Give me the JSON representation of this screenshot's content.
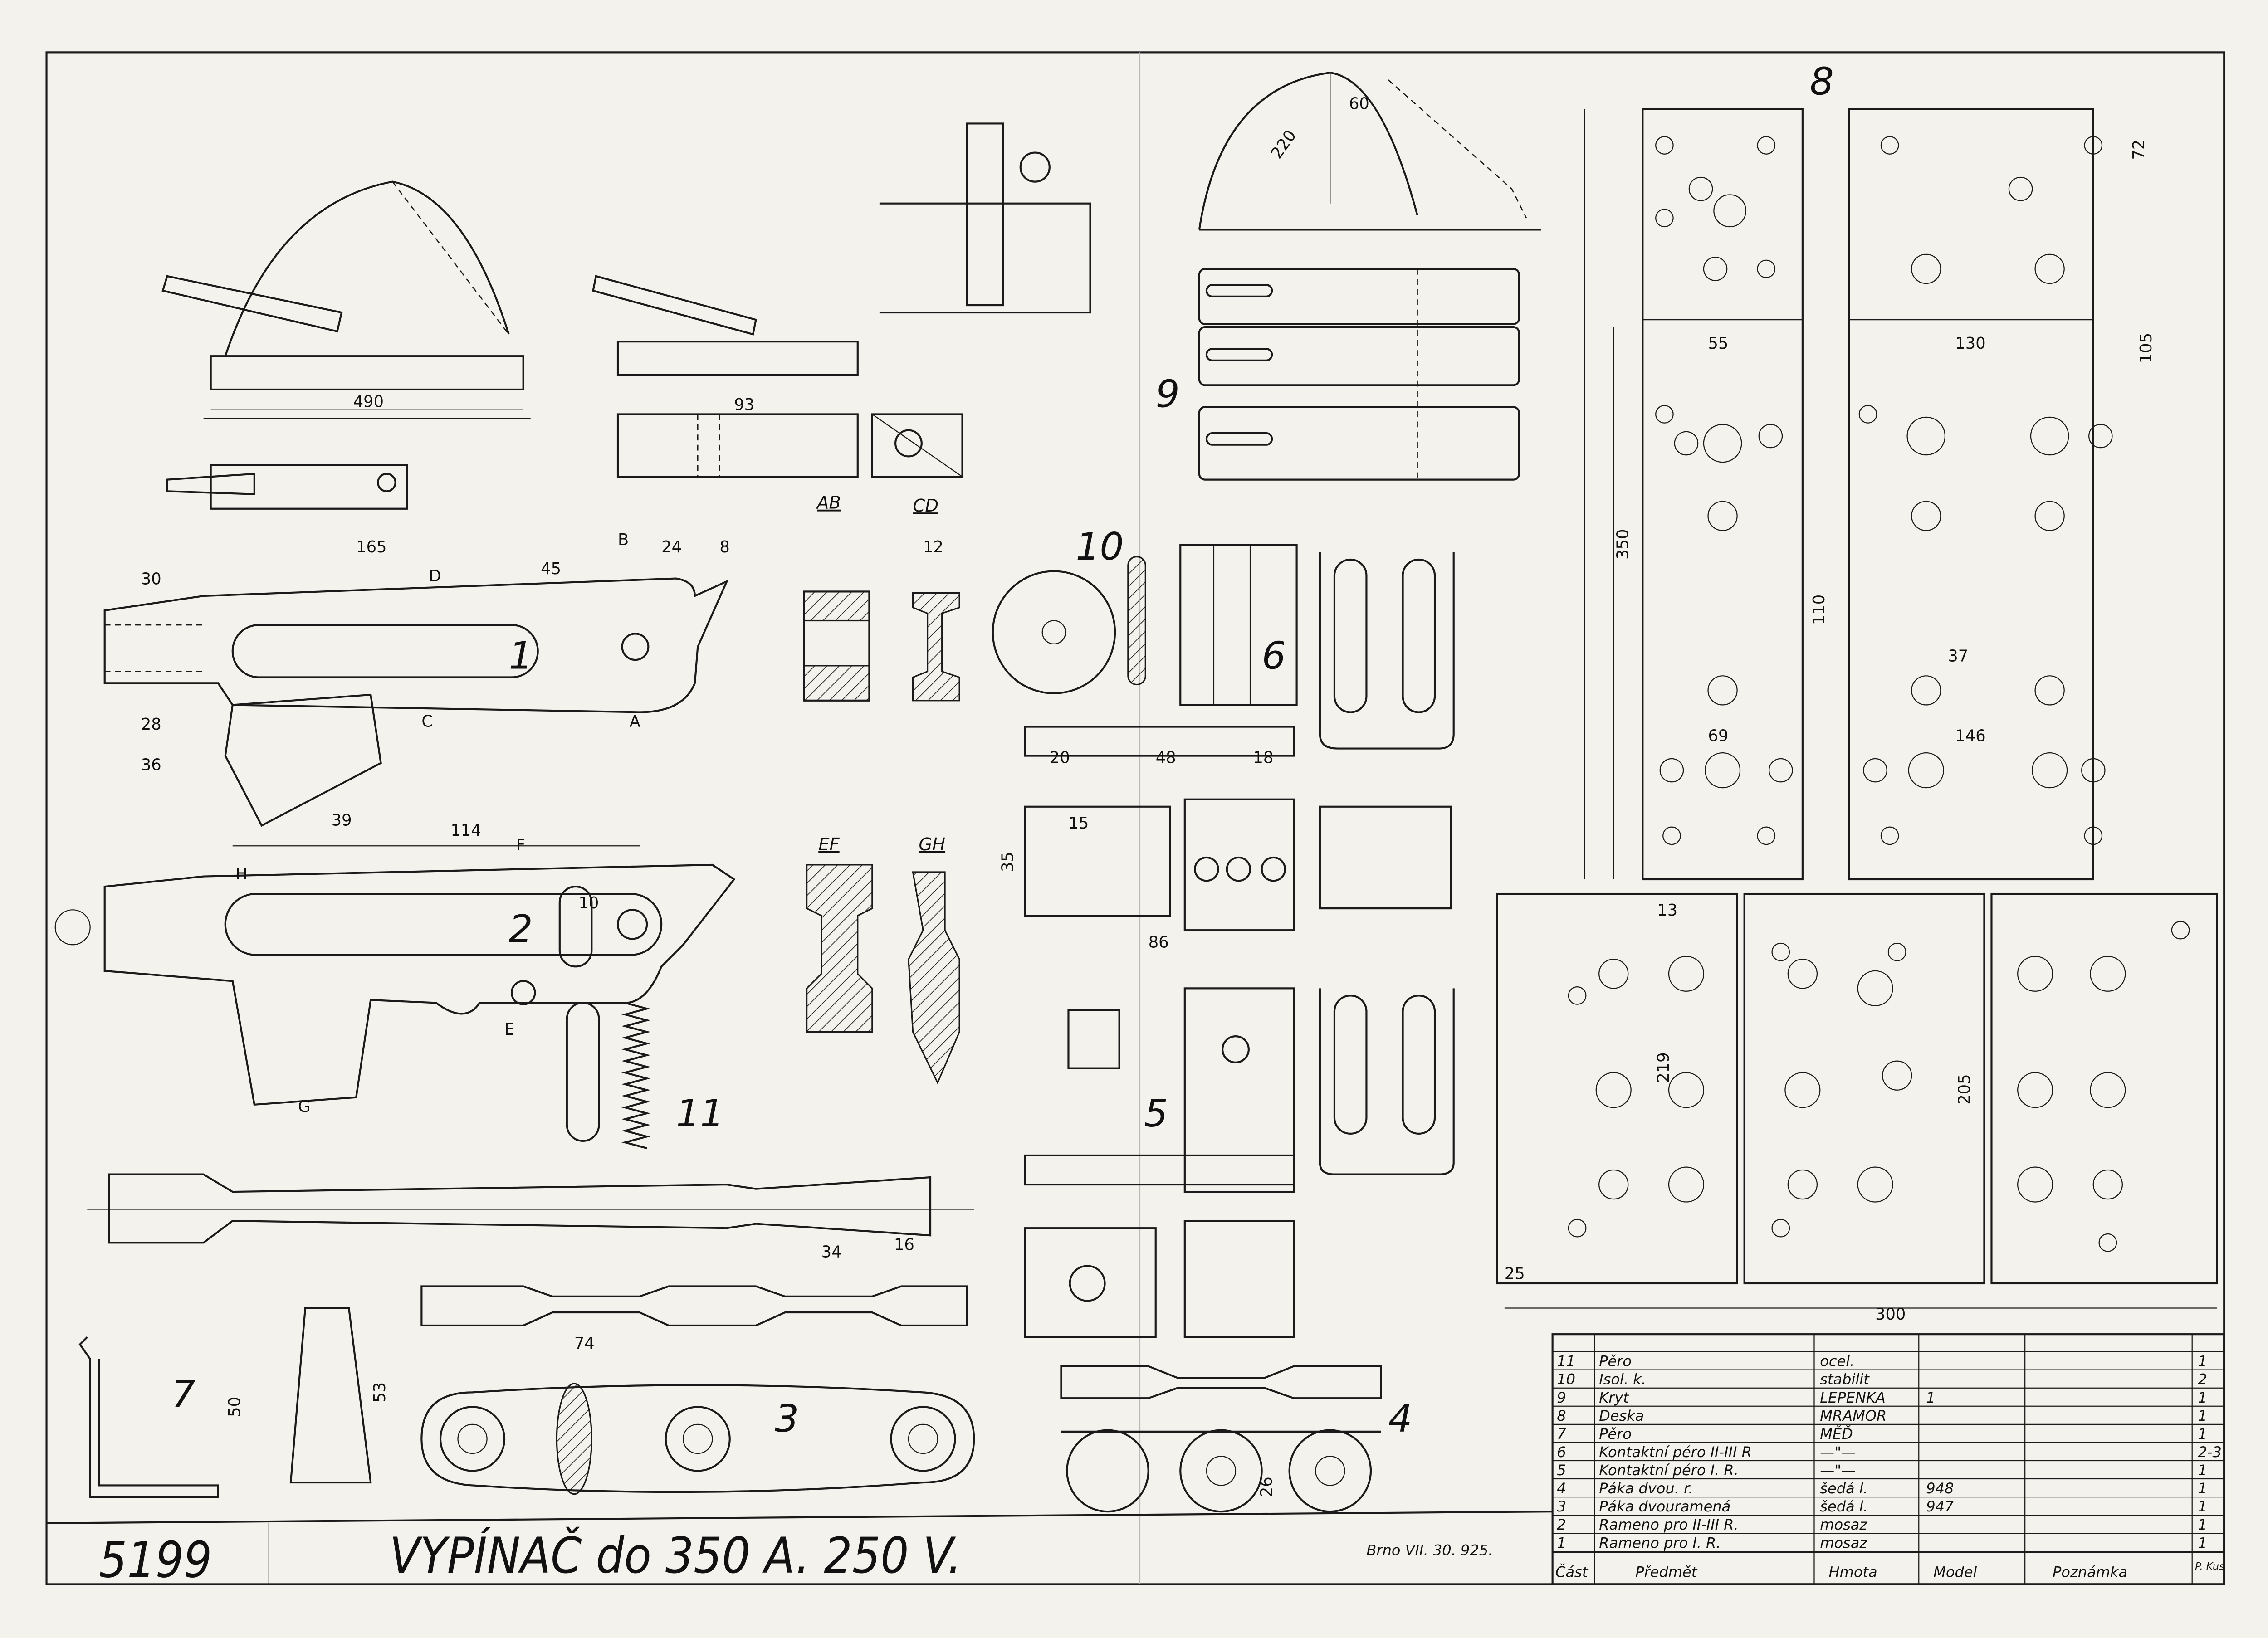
{
  "title_block": {
    "drawing_number": "5199",
    "title": "VYPÍNAČ do 350 A. 250 V.",
    "place_date": "Brno VII. 30. 925."
  },
  "part_labels": [
    "1",
    "2",
    "3",
    "4",
    "5",
    "6",
    "7",
    "8",
    "9",
    "10",
    "11"
  ],
  "section_labels": [
    "AB",
    "CD",
    "EF",
    "GH"
  ],
  "cut_letters": [
    "A",
    "B",
    "C",
    "D",
    "E",
    "F",
    "G",
    "H"
  ],
  "dims": [
    "490",
    "350",
    "300",
    "165",
    "114",
    "45",
    "30",
    "24",
    "8",
    "36",
    "28",
    "39",
    "86",
    "48",
    "18",
    "20",
    "74",
    "34",
    "16",
    "53",
    "50",
    "35",
    "105",
    "72",
    "110",
    "130",
    "55",
    "146",
    "69",
    "219",
    "205",
    "25",
    "220",
    "60",
    "93",
    "13",
    "37",
    "15",
    "12",
    "26",
    "10"
  ],
  "parts_table": {
    "headers": {
      "part": "Část",
      "item": "Předmět",
      "material": "Hmota",
      "model": "Model",
      "note": "Poznámka",
      "qty": "P. Kus"
    },
    "rows": [
      {
        "part": "11",
        "item": "Pěro",
        "material": "ocel.",
        "model": "",
        "note": "",
        "qty": "1"
      },
      {
        "part": "10",
        "item": "Isol. k.",
        "material": "stabilit",
        "model": "",
        "note": "",
        "qty": "2"
      },
      {
        "part": "9",
        "item": "Kryt",
        "material": "LEPENKA",
        "model": "1",
        "note": "",
        "qty": "1"
      },
      {
        "part": "8",
        "item": "Deska",
        "material": "MRAMOR",
        "model": "",
        "note": "",
        "qty": "1"
      },
      {
        "part": "7",
        "item": "Pěro",
        "material": "MĚĎ",
        "model": "",
        "note": "",
        "qty": "1"
      },
      {
        "part": "6",
        "item": "Kontaktní péro II-III R",
        "material": "—\"—",
        "model": "",
        "note": "",
        "qty": "2-3"
      },
      {
        "part": "5",
        "item": "Kontaktní péro I. R.",
        "material": "—\"—",
        "model": "",
        "note": "",
        "qty": "1"
      },
      {
        "part": "4",
        "item": "Páka dvou. r.",
        "material": "šedá l.",
        "model": "948",
        "note": "",
        "qty": "1"
      },
      {
        "part": "3",
        "item": "Páka dvouramená",
        "material": "šedá l.",
        "model": "947",
        "note": "",
        "qty": "1"
      },
      {
        "part": "2",
        "item": "Rameno pro II-III R.",
        "material": "mosaz",
        "model": "",
        "note": "",
        "qty": "1"
      },
      {
        "part": "1",
        "item": "Rameno pro I. R.",
        "material": "mosaz",
        "model": "",
        "note": "",
        "qty": "1"
      }
    ]
  }
}
